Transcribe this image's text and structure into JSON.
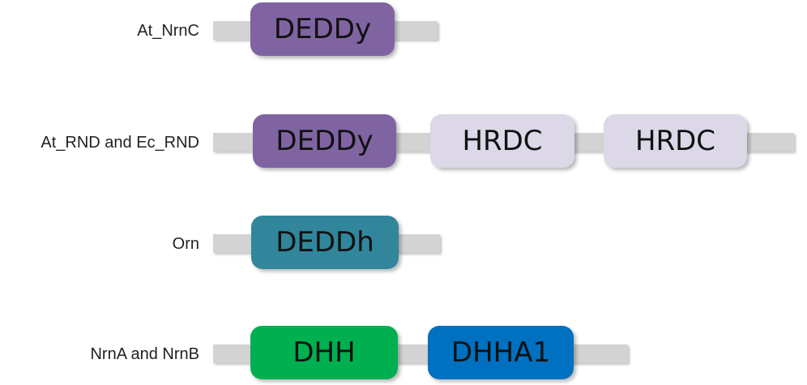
{
  "colors": {
    "deddy": "#8064a2",
    "hrdc": "#dcd8e8",
    "deddh": "#31869b",
    "dhh": "#00b050",
    "dhha1": "#0070c0",
    "backbone": "#d3d3d3"
  },
  "rows": [
    {
      "label": "At_NrnC",
      "domains": [
        {
          "name": "DEDDy",
          "color_key": "deddy"
        }
      ]
    },
    {
      "label": "At_RND and Ec_RND",
      "domains": [
        {
          "name": "DEDDy",
          "color_key": "deddy"
        },
        {
          "name": "HRDC",
          "color_key": "hrdc"
        },
        {
          "name": "HRDC",
          "color_key": "hrdc"
        }
      ]
    },
    {
      "label": "Orn",
      "domains": [
        {
          "name": "DEDDh",
          "color_key": "deddh"
        }
      ]
    },
    {
      "label": "NrnA and NrnB",
      "domains": [
        {
          "name": "DHH",
          "color_key": "dhh"
        },
        {
          "name": "DHHA1",
          "color_key": "dhha1"
        }
      ]
    }
  ]
}
